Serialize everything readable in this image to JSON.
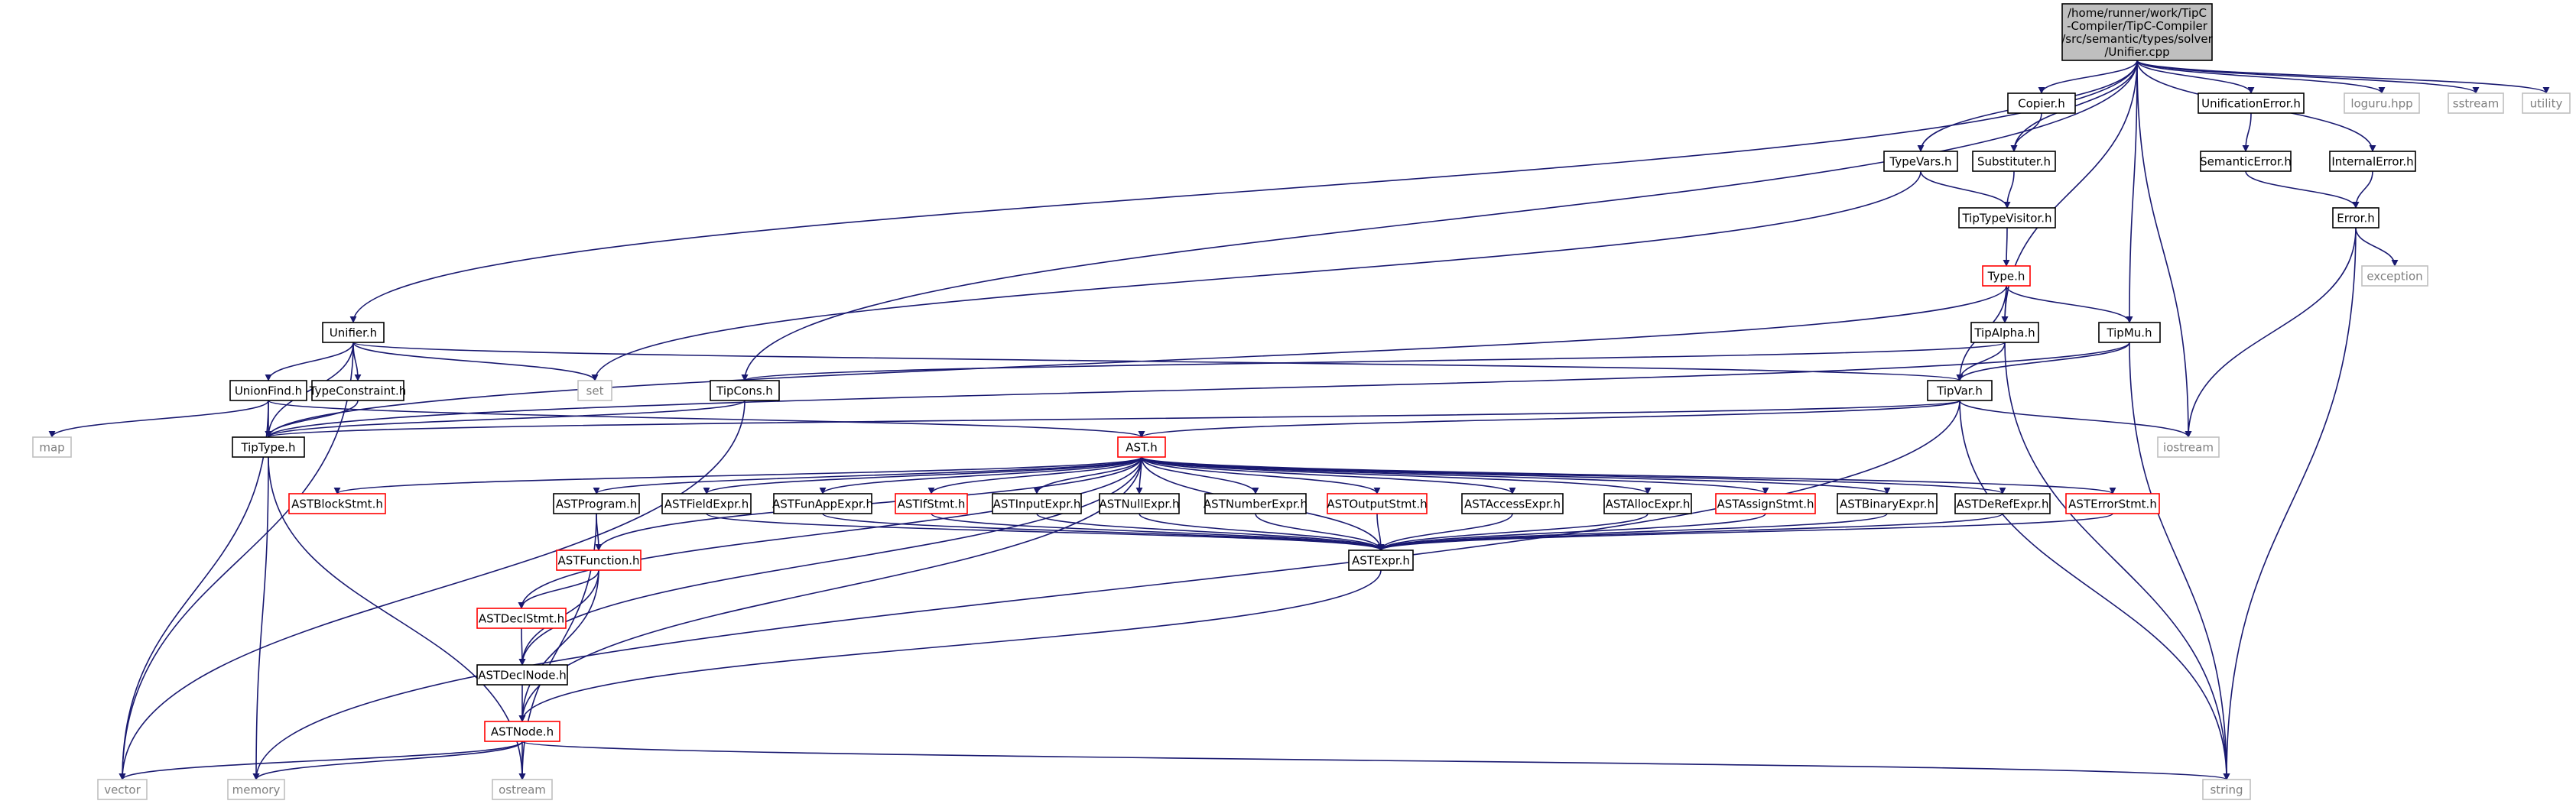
{
  "colors": {
    "edge": "#191970",
    "normal_border": "#000000",
    "truncated_border": "#ff0000",
    "external_border": "#bfbfbf",
    "external_text": "#7f7f7f",
    "root_fill": "#bfbfbf",
    "fill": "#ffffff"
  },
  "graph": {
    "nodes": [
      {
        "id": "root",
        "label": "/home/runner/work/TipC\n-Compiler/TipC-Compiler\n/src/semantic/types/solver\n/Unifier.cpp",
        "kind": "root"
      },
      {
        "id": "Copier",
        "label": "Copier.h",
        "kind": "normal"
      },
      {
        "id": "Substituter",
        "label": "Substituter.h",
        "kind": "normal"
      },
      {
        "id": "TypeVars",
        "label": "TypeVars.h",
        "kind": "normal"
      },
      {
        "id": "TipTypeVisitor",
        "label": "TipTypeVisitor.h",
        "kind": "normal"
      },
      {
        "id": "UnificationError",
        "label": "UnificationError.h",
        "kind": "normal"
      },
      {
        "id": "SemanticError",
        "label": "SemanticError.h",
        "kind": "normal"
      },
      {
        "id": "InternalError",
        "label": "InternalError.h",
        "kind": "normal"
      },
      {
        "id": "Error",
        "label": "Error.h",
        "kind": "normal"
      },
      {
        "id": "loguru",
        "label": "loguru.hpp",
        "kind": "external"
      },
      {
        "id": "sstream",
        "label": "sstream",
        "kind": "external"
      },
      {
        "id": "utility",
        "label": "utility",
        "kind": "external"
      },
      {
        "id": "exception",
        "label": "exception",
        "kind": "external"
      },
      {
        "id": "Type",
        "label": "Type.h",
        "kind": "truncated"
      },
      {
        "id": "Unifier",
        "label": "Unifier.h",
        "kind": "normal"
      },
      {
        "id": "TipAlpha",
        "label": "TipAlpha.h",
        "kind": "normal"
      },
      {
        "id": "TipMu",
        "label": "TipMu.h",
        "kind": "normal"
      },
      {
        "id": "UnionFind",
        "label": "UnionFind.h",
        "kind": "normal"
      },
      {
        "id": "TypeConstraint",
        "label": "TypeConstraint.h",
        "kind": "normal"
      },
      {
        "id": "set",
        "label": "set",
        "kind": "external"
      },
      {
        "id": "TipCons",
        "label": "TipCons.h",
        "kind": "normal"
      },
      {
        "id": "TipVar",
        "label": "TipVar.h",
        "kind": "normal"
      },
      {
        "id": "map",
        "label": "map",
        "kind": "external"
      },
      {
        "id": "TipType",
        "label": "TipType.h",
        "kind": "normal"
      },
      {
        "id": "AST",
        "label": "AST.h",
        "kind": "truncated"
      },
      {
        "id": "iostream",
        "label": "iostream",
        "kind": "external"
      },
      {
        "id": "ASTBlockStmt",
        "label": "ASTBlockStmt.h",
        "kind": "truncated"
      },
      {
        "id": "ASTProgram",
        "label": "ASTProgram.h",
        "kind": "normal"
      },
      {
        "id": "ASTFieldExpr",
        "label": "ASTFieldExpr.h",
        "kind": "normal"
      },
      {
        "id": "ASTFunAppExpr",
        "label": "ASTFunAppExpr.h",
        "kind": "normal"
      },
      {
        "id": "ASTIfStmt",
        "label": "ASTIfStmt.h",
        "kind": "truncated"
      },
      {
        "id": "ASTInputExpr",
        "label": "ASTInputExpr.h",
        "kind": "normal"
      },
      {
        "id": "ASTNullExpr",
        "label": "ASTNullExpr.h",
        "kind": "normal"
      },
      {
        "id": "ASTNumberExpr",
        "label": "ASTNumberExpr.h",
        "kind": "normal"
      },
      {
        "id": "ASTOutputStmt",
        "label": "ASTOutputStmt.h",
        "kind": "truncated"
      },
      {
        "id": "ASTAccessExpr",
        "label": "ASTAccessExpr.h",
        "kind": "normal"
      },
      {
        "id": "ASTAllocExpr",
        "label": "ASTAllocExpr.h",
        "kind": "normal"
      },
      {
        "id": "ASTAssignStmt",
        "label": "ASTAssignStmt.h",
        "kind": "truncated"
      },
      {
        "id": "ASTBinaryExpr",
        "label": "ASTBinaryExpr.h",
        "kind": "normal"
      },
      {
        "id": "ASTDeRefExpr",
        "label": "ASTDeRefExpr.h",
        "kind": "normal"
      },
      {
        "id": "ASTErrorStmt",
        "label": "ASTErrorStmt.h",
        "kind": "truncated"
      },
      {
        "id": "ASTFunction",
        "label": "ASTFunction.h",
        "kind": "truncated"
      },
      {
        "id": "ASTExpr",
        "label": "ASTExpr.h",
        "kind": "normal"
      },
      {
        "id": "ASTDeclStmt",
        "label": "ASTDeclStmt.h",
        "kind": "truncated"
      },
      {
        "id": "ASTDeclNode",
        "label": "ASTDeclNode.h",
        "kind": "normal"
      },
      {
        "id": "ASTNode",
        "label": "ASTNode.h",
        "kind": "truncated"
      },
      {
        "id": "vector",
        "label": "vector",
        "kind": "external"
      },
      {
        "id": "memory",
        "label": "memory",
        "kind": "external"
      },
      {
        "id": "ostream",
        "label": "ostream",
        "kind": "external"
      },
      {
        "id": "string",
        "label": "string",
        "kind": "external"
      }
    ],
    "edges": [
      [
        "root",
        "Copier"
      ],
      [
        "root",
        "Substituter"
      ],
      [
        "root",
        "TypeVars"
      ],
      [
        "root",
        "UnificationError"
      ],
      [
        "root",
        "InternalError"
      ],
      [
        "root",
        "loguru"
      ],
      [
        "root",
        "sstream"
      ],
      [
        "root",
        "utility"
      ],
      [
        "root",
        "Unifier"
      ],
      [
        "root",
        "TipCons"
      ],
      [
        "root",
        "TipAlpha"
      ],
      [
        "root",
        "TipMu"
      ],
      [
        "root",
        "iostream"
      ],
      [
        "Copier",
        "Substituter"
      ],
      [
        "Substituter",
        "TipTypeVisitor"
      ],
      [
        "TypeVars",
        "TipTypeVisitor"
      ],
      [
        "TypeVars",
        "set"
      ],
      [
        "TipTypeVisitor",
        "Type"
      ],
      [
        "UnificationError",
        "SemanticError"
      ],
      [
        "SemanticError",
        "Error"
      ],
      [
        "InternalError",
        "Error"
      ],
      [
        "Error",
        "exception"
      ],
      [
        "Error",
        "iostream"
      ],
      [
        "Error",
        "string"
      ],
      [
        "Type",
        "TipAlpha"
      ],
      [
        "Type",
        "TipMu"
      ],
      [
        "Type",
        "TipVar"
      ],
      [
        "Type",
        "TipType"
      ],
      [
        "TipAlpha",
        "TipVar"
      ],
      [
        "TipAlpha",
        "TipCons"
      ],
      [
        "TipAlpha",
        "string"
      ],
      [
        "TipMu",
        "TipVar"
      ],
      [
        "TipMu",
        "TipType"
      ],
      [
        "TipMu",
        "string"
      ],
      [
        "Unifier",
        "UnionFind"
      ],
      [
        "Unifier",
        "TypeConstraint"
      ],
      [
        "Unifier",
        "TipType"
      ],
      [
        "Unifier",
        "set"
      ],
      [
        "Unifier",
        "vector"
      ],
      [
        "Unifier",
        "TipVar"
      ],
      [
        "UnionFind",
        "map"
      ],
      [
        "UnionFind",
        "TipType"
      ],
      [
        "UnionFind",
        "vector"
      ],
      [
        "UnionFind",
        "AST"
      ],
      [
        "TypeConstraint",
        "TipType"
      ],
      [
        "TipCons",
        "TipType"
      ],
      [
        "TipCons",
        "vector"
      ],
      [
        "TipVar",
        "TipType"
      ],
      [
        "TipVar",
        "AST"
      ],
      [
        "TipVar",
        "iostream"
      ],
      [
        "TipVar",
        "string"
      ],
      [
        "TipVar",
        "memory"
      ],
      [
        "TipType",
        "memory"
      ],
      [
        "TipType",
        "ostream"
      ],
      [
        "AST",
        "ASTBlockStmt"
      ],
      [
        "AST",
        "ASTProgram"
      ],
      [
        "AST",
        "ASTFieldExpr"
      ],
      [
        "AST",
        "ASTFunAppExpr"
      ],
      [
        "AST",
        "ASTIfStmt"
      ],
      [
        "AST",
        "ASTInputExpr"
      ],
      [
        "AST",
        "ASTNullExpr"
      ],
      [
        "AST",
        "ASTNumberExpr"
      ],
      [
        "AST",
        "ASTOutputStmt"
      ],
      [
        "AST",
        "ASTAccessExpr"
      ],
      [
        "AST",
        "ASTAllocExpr"
      ],
      [
        "AST",
        "ASTAssignStmt"
      ],
      [
        "AST",
        "ASTBinaryExpr"
      ],
      [
        "AST",
        "ASTDeRefExpr"
      ],
      [
        "AST",
        "ASTErrorStmt"
      ],
      [
        "AST",
        "ASTFunction"
      ],
      [
        "AST",
        "ASTDeclStmt"
      ],
      [
        "AST",
        "ASTDeclNode"
      ],
      [
        "AST",
        "ASTNode"
      ],
      [
        "AST",
        "ASTExpr"
      ],
      [
        "ASTProgram",
        "ASTFunction"
      ],
      [
        "ASTProgram",
        "ostream"
      ],
      [
        "ASTFieldExpr",
        "ASTExpr"
      ],
      [
        "ASTFunAppExpr",
        "ASTExpr"
      ],
      [
        "ASTIfStmt",
        "ASTExpr"
      ],
      [
        "ASTInputExpr",
        "ASTExpr"
      ],
      [
        "ASTNullExpr",
        "ASTExpr"
      ],
      [
        "ASTNumberExpr",
        "ASTExpr"
      ],
      [
        "ASTOutputStmt",
        "ASTExpr"
      ],
      [
        "ASTAccessExpr",
        "ASTExpr"
      ],
      [
        "ASTAllocExpr",
        "ASTExpr"
      ],
      [
        "ASTAssignStmt",
        "ASTExpr"
      ],
      [
        "ASTBinaryExpr",
        "ASTExpr"
      ],
      [
        "ASTDeRefExpr",
        "ASTExpr"
      ],
      [
        "ASTErrorStmt",
        "ASTExpr"
      ],
      [
        "ASTFunction",
        "ASTDeclStmt"
      ],
      [
        "ASTFunction",
        "ASTDeclNode"
      ],
      [
        "ASTFunction",
        "ASTNode"
      ],
      [
        "ASTDeclStmt",
        "ASTDeclNode"
      ],
      [
        "ASTDeclNode",
        "ASTNode"
      ],
      [
        "ASTExpr",
        "ASTNode"
      ],
      [
        "ASTNode",
        "vector"
      ],
      [
        "ASTNode",
        "memory"
      ],
      [
        "ASTNode",
        "ostream"
      ],
      [
        "ASTNode",
        "string"
      ]
    ]
  }
}
